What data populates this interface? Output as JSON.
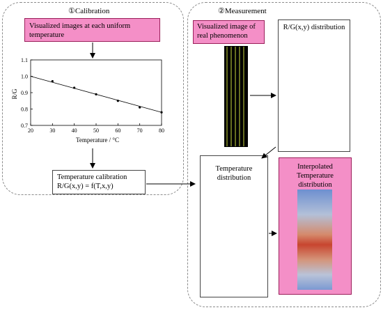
{
  "calibration": {
    "title": "①Calibration",
    "box_visualized": "Visualized images at each uniform temperature",
    "box_calibration_line1": "Temperature calibration",
    "box_calibration_line2": "R/G(x,y) = f(T,x,y)"
  },
  "measurement": {
    "title": "②Measurement",
    "box_visualized_real": "Visualized image of real phenomenon",
    "box_rg_distribution": "R/G(x,y) distribution",
    "box_temp_distribution": "Temperature distribution",
    "box_interpolated": "Interpolated Temperature distribution"
  },
  "colors": {
    "pink": "#f48fc7",
    "pink_border": "#9a1f5a",
    "hot": "#d23a2a",
    "cold": "#3a66c4"
  },
  "chart_data": {
    "type": "scatter",
    "x": [
      30,
      40,
      50,
      60,
      70,
      80
    ],
    "values": [
      0.97,
      0.93,
      0.89,
      0.85,
      0.81,
      0.78
    ],
    "fit_line": [
      [
        20,
        1.0
      ],
      [
        80,
        0.78
      ]
    ],
    "xlabel": "Temperature / °C",
    "ylabel": "R/G",
    "xlim": [
      20,
      80
    ],
    "ylim": [
      0.7,
      1.1
    ],
    "xticks": [
      "20",
      "30",
      "40",
      "50",
      "60",
      "70",
      "80"
    ],
    "yticks": [
      "0.7",
      "0.8",
      "0.9",
      "1.0",
      "1.1"
    ]
  }
}
